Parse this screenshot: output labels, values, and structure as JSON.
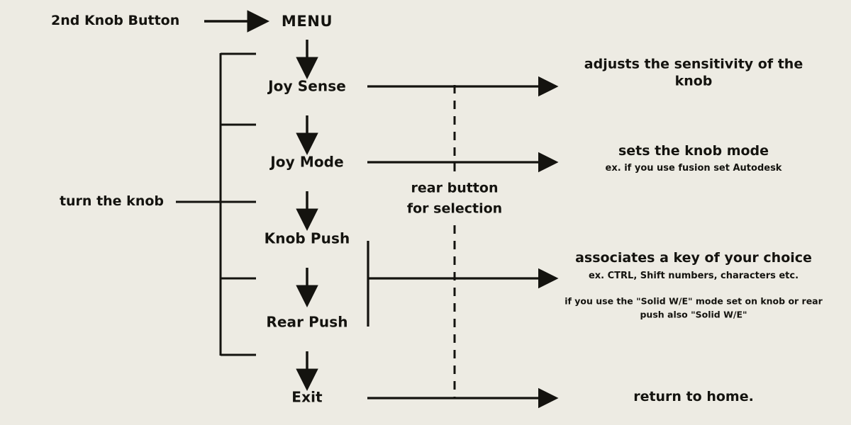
{
  "diagram": {
    "title": "MENU",
    "background_color": "#edebe3",
    "stroke_color": "#14130f",
    "entry": {
      "label": "2nd Knob Button",
      "arrow": "right-arrow-to-menu"
    },
    "knob_caption": {
      "label": "turn the knob"
    },
    "selection_caption": {
      "line1": "rear button",
      "line2": "for selection"
    },
    "menu_items": [
      {
        "label": "Joy Sense"
      },
      {
        "label": "Joy Mode"
      },
      {
        "label": "Knob Push"
      },
      {
        "label": "Rear Push"
      },
      {
        "label": "Exit"
      }
    ],
    "descriptions": [
      {
        "for": "Joy Sense",
        "line1": "adjusts the sensitivity of the",
        "line2": "knob"
      },
      {
        "for": "Joy Mode",
        "main": "sets the knob mode",
        "sub": "ex. if you use fusion set Autodesk"
      },
      {
        "for": "Knob Push / Rear Push",
        "main": "associates a key of your choice",
        "sub": "ex. CTRL, Shift numbers, characters etc.",
        "note_line1": "if you use the \"Solid W/E\" mode set on knob or rear",
        "note_line2": "push also \"Solid W/E\""
      },
      {
        "for": "Exit",
        "main": "return to home."
      }
    ]
  }
}
